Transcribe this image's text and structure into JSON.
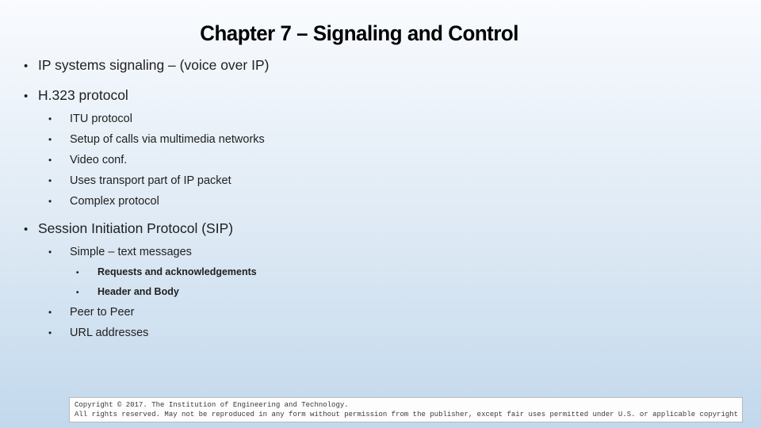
{
  "slide": {
    "title": "Chapter 7 – Signaling and Control",
    "bullet_glyph": "•",
    "bullets": [
      {
        "level": 1,
        "text": "IP systems signaling – (voice over IP)"
      },
      {
        "level": 1,
        "text": "H.323 protocol"
      },
      {
        "level": 2,
        "text": "ITU protocol"
      },
      {
        "level": 2,
        "text": "Setup of calls via multimedia networks"
      },
      {
        "level": 2,
        "text": "Video conf."
      },
      {
        "level": 2,
        "text": "Uses transport part of IP packet"
      },
      {
        "level": 2,
        "text": "Complex protocol"
      },
      {
        "level": 1,
        "text": "Session Initiation Protocol (SIP)"
      },
      {
        "level": 2,
        "text": "Simple – text messages"
      },
      {
        "level": 3,
        "text": "Requests and acknowledgements"
      },
      {
        "level": 3,
        "text": "Header and Body"
      },
      {
        "level": 2,
        "text": "Peer to Peer"
      },
      {
        "level": 2,
        "text": "URL addresses"
      }
    ],
    "copyright": {
      "line1": "Copyright © 2017. The Institution of Engineering and Technology.",
      "line2": "All rights reserved. May not be reproduced in any form without permission from the publisher, except fair uses permitted under U.S. or applicable copyright law."
    },
    "colors": {
      "background_top": "#f9fbfe",
      "background_mid": "#dde9f4",
      "background_bottom": "#c2d8ec",
      "title_text": "#000000",
      "body_text": "#1f1f1f",
      "copyright_text": "#3a3a3a",
      "copyright_bg": "#fdfdfd",
      "copyright_border": "#b9b9b9"
    }
  }
}
